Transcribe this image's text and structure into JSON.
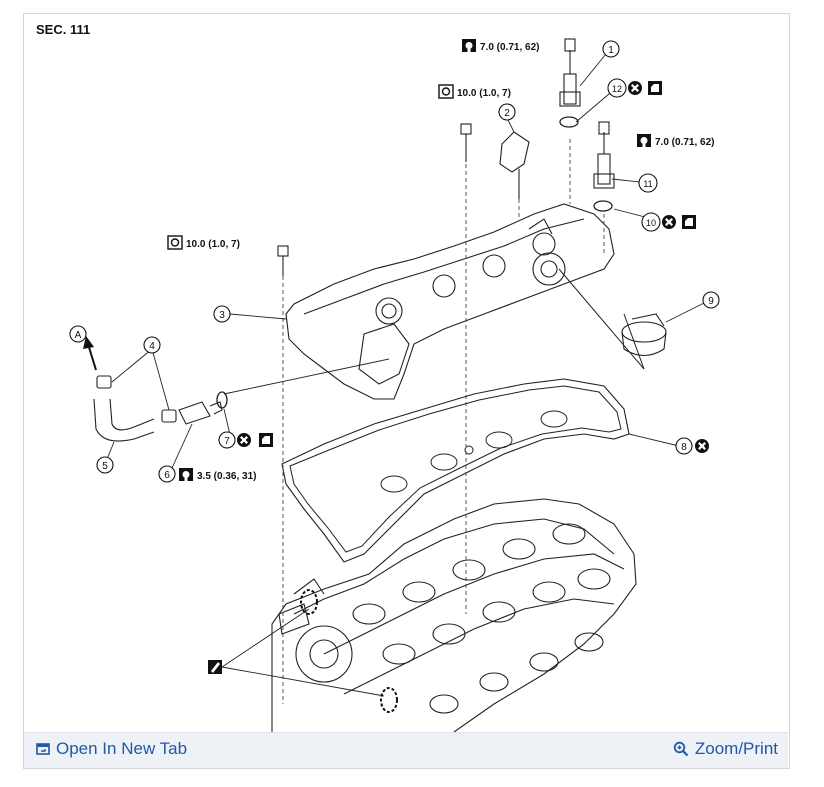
{
  "section_label": "SEC. 111",
  "callouts": {
    "c1": "1",
    "c2": "2",
    "c3": "3",
    "c4": "4",
    "c5": "5",
    "c6": "6",
    "c7": "7",
    "c8": "8",
    "c9": "9",
    "c10": "10",
    "c11": "11",
    "c12": "12",
    "cA": "A"
  },
  "torques": {
    "t_sensor1": "7.0 (0.71, 62)",
    "t_sensor2": "7.0 (0.71, 62)",
    "t_bolt_top": "10.0 (1.0, 7)",
    "t_bolt_left": "10.0 (1.0, 7)",
    "t_pcv": "3.5 (0.36, 31)"
  },
  "toolbar": {
    "open_label": "Open In New Tab",
    "zoom_label": "Zoom/Print"
  },
  "icons": {
    "torque": "torque-wrench-icon",
    "replace": "do-not-reuse-icon",
    "oil": "apply-oil-icon",
    "sealant": "apply-sealant-icon"
  },
  "colors": {
    "link": "#1e5aa8",
    "bar_bg": "#eef2f7"
  }
}
